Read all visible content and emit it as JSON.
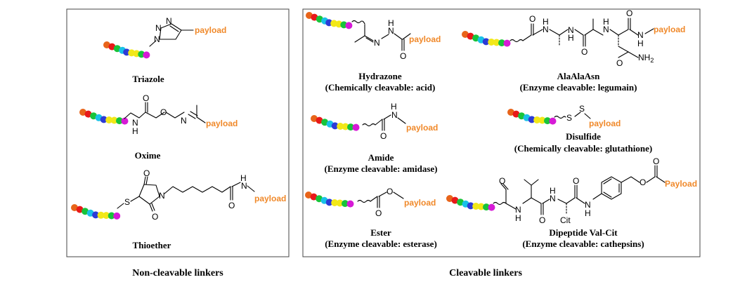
{
  "colors": {
    "payload": "#f0892a",
    "beads": [
      "#e8641a",
      "#e81919",
      "#18c43a",
      "#19c1e8",
      "#2d3bd6",
      "#f2e818",
      "#f2e818",
      "#18c43a",
      "#d61ad6"
    ]
  },
  "panels": {
    "non_cleavable": {
      "caption": "Non-cleavable linkers"
    },
    "cleavable": {
      "caption": "Cleavable linkers"
    }
  },
  "payload_label": "payload",
  "payload_label_cap": "Payload",
  "atoms": {
    "N": "N",
    "O": "O",
    "S": "S",
    "H": "H",
    "NH2": "NH",
    "sub2": "2",
    "Cit": "Cit"
  },
  "linkers": {
    "triazole": {
      "name": "Triazole"
    },
    "oxime": {
      "name": "Oxime"
    },
    "thioether": {
      "name": "Thioether"
    },
    "hydrazone": {
      "name": "Hydrazone",
      "desc": "(Chemically cleavable: acid)"
    },
    "amide": {
      "name": "Amide",
      "desc": "(Enzyme cleavable: amidase)"
    },
    "ester": {
      "name": "Ester",
      "desc": "(Enzyme cleavable: esterase)"
    },
    "alaalaasn": {
      "name": "AlaAlaAsn",
      "desc": "(Enzyme cleavable: legumain)"
    },
    "disulfide": {
      "name": "Disulfide",
      "desc": "(Chemically cleavable: glutathione)"
    },
    "valcit": {
      "name": "Dipeptide Val-Cit",
      "desc": "(Enzyme cleavable: cathepsins)"
    }
  }
}
